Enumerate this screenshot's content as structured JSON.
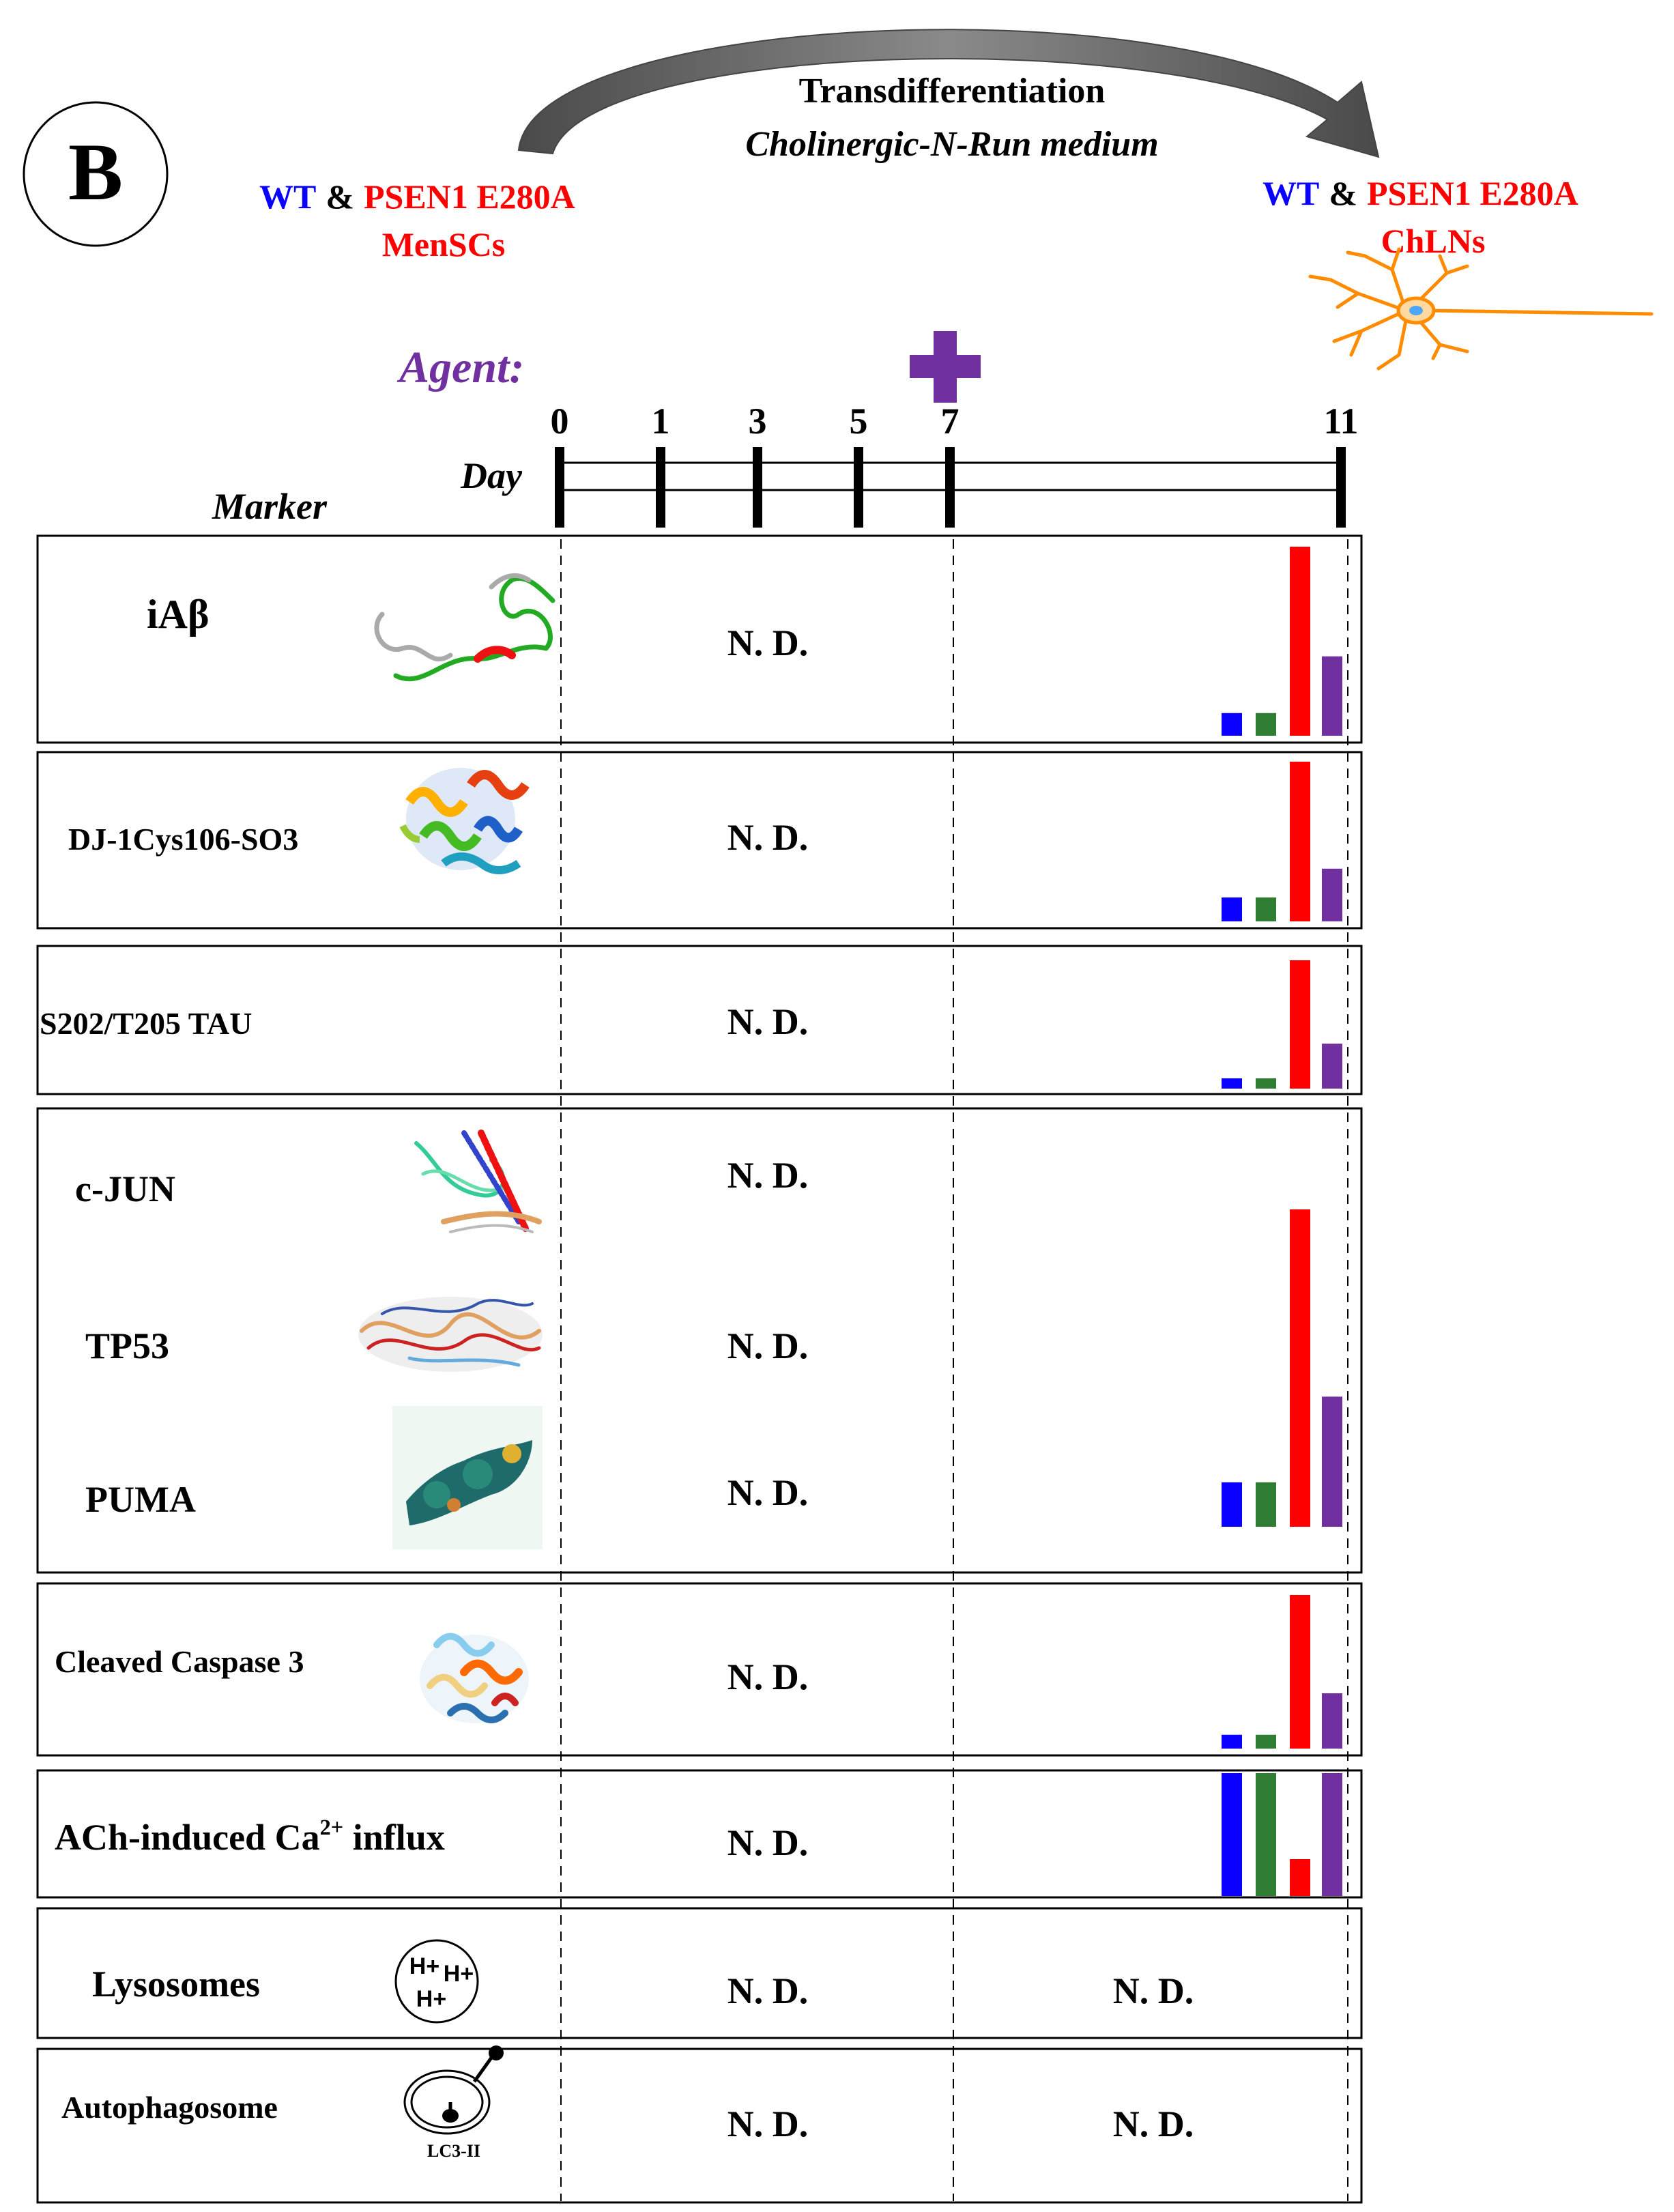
{
  "panel_label": "B",
  "header": {
    "process_title": "Transdifferentiation",
    "process_medium": "Cholinergic-N-Run medium",
    "source": {
      "wt": "WT",
      "amp": "&",
      "mutant": "PSEN1 E280A",
      "cell": "MenSCs"
    },
    "target": {
      "wt": "WT",
      "amp": "&",
      "mutant": "PSEN1 E280A",
      "cell": "ChLNs"
    },
    "neuron_icon": "neuron-icon"
  },
  "timeline": {
    "agent_label": "Agent:",
    "agent_icon": "plus-icon",
    "day_label": "Day",
    "marker_label": "Marker",
    "days": [
      "0",
      "1",
      "3",
      "5",
      "7",
      "11"
    ]
  },
  "colors": {
    "wt": "#0a00ff",
    "agent_wt": "#2e7d32",
    "mutant": "#ff0000",
    "agent_mutant": "#7030a0",
    "agent": "#7030a0",
    "arrow": "#5a5a5a",
    "neuron": "#ff8c00"
  },
  "rows": [
    {
      "name": "iAβ",
      "icon": "amyloid-beta-structure-icon",
      "nd": [
        "N.  D."
      ],
      "bars": [
        0.12,
        0.12,
        1.0,
        0.42
      ]
    },
    {
      "name": "DJ-1Cys106-SO3",
      "icon": "dj1-protein-structure-icon",
      "nd": [
        "N.  D."
      ],
      "bars": [
        0.15,
        0.15,
        1.0,
        0.33
      ]
    },
    {
      "name": "S202/T205 TAU",
      "icon": "",
      "nd": [
        "N.  D."
      ],
      "bars": [
        0.08,
        0.08,
        1.0,
        0.35
      ]
    },
    {
      "name": "c-JUN",
      "icon": "cjun-protein-structure-icon",
      "nd": [
        "N.  D."
      ],
      "bars": []
    },
    {
      "name": "TP53",
      "icon": "tp53-protein-structure-icon",
      "nd": [
        "N.  D."
      ],
      "bars": []
    },
    {
      "name": "PUMA",
      "icon": "puma-protein-structure-icon",
      "nd": [
        "N.  D."
      ],
      "bars": [
        0.14,
        0.14,
        1.0,
        0.41
      ]
    },
    {
      "name": "Cleaved Caspase 3",
      "icon": "caspase3-protein-structure-icon",
      "nd": [
        "N.  D."
      ],
      "bars": [
        0.09,
        0.09,
        1.0,
        0.36
      ]
    },
    {
      "name": "ACh-induced  Ca",
      "name_sup": "2+",
      "name_tail": " influx",
      "icon": "",
      "nd": [
        "N.  D."
      ],
      "bars": [
        1.0,
        1.0,
        0.3,
        1.0
      ]
    },
    {
      "name": "Lysosomes",
      "icon": "lysosome-icon",
      "icon_text": [
        "H+",
        "H+",
        "H+"
      ],
      "nd": [
        "N.  D.",
        "N.  D."
      ],
      "bars": []
    },
    {
      "name": "Autophagosome",
      "icon": "autophagosome-icon",
      "icon_text": [
        "LC3-II"
      ],
      "nd": [
        "N.  D.",
        "N.  D."
      ],
      "bars": []
    }
  ]
}
